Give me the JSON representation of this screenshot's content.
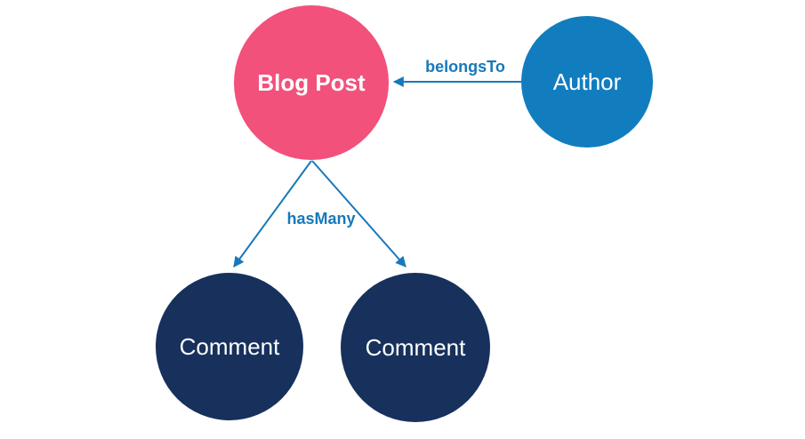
{
  "diagram": {
    "nodes": [
      {
        "id": "blog-post",
        "label": "Blog Post",
        "color": "#f2517c",
        "text_color": "#ffffff"
      },
      {
        "id": "author",
        "label": "Author",
        "color": "#127dbe",
        "text_color": "#ffffff"
      },
      {
        "id": "comment-1",
        "label": "Comment",
        "color": "#17315c",
        "text_color": "#ffffff"
      },
      {
        "id": "comment-2",
        "label": "Comment",
        "color": "#17315c",
        "text_color": "#ffffff"
      }
    ],
    "edges": [
      {
        "from": "Author",
        "to": "Blog Post",
        "label": "belongsTo"
      },
      {
        "from": "Blog Post",
        "to": "Comment",
        "label": "hasMany"
      },
      {
        "from": "Blog Post",
        "to": "Comment",
        "label": "hasMany"
      }
    ],
    "colors": {
      "arrow": "#1779ba",
      "edge_label": "#1779ba",
      "background": "#ffffff"
    }
  }
}
